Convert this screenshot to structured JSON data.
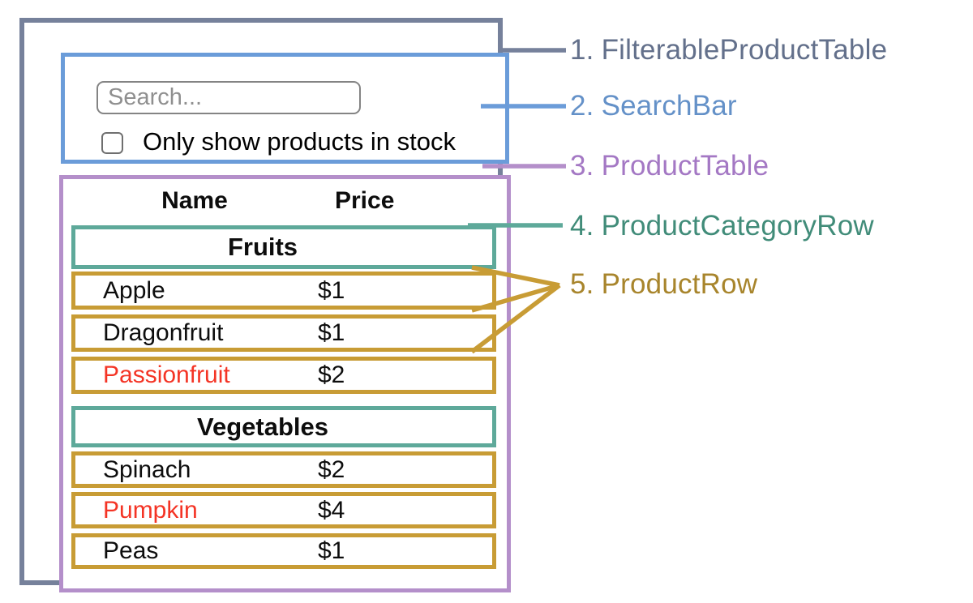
{
  "diagram": {
    "search_bar": {
      "search_placeholder": "Search...",
      "checkbox_label": "Only show products in stock",
      "checkbox_checked": false
    },
    "product_table": {
      "header": {
        "name": "Name",
        "price": "Price"
      },
      "sections": [
        {
          "category": "Fruits",
          "rows": [
            {
              "name": "Apple",
              "price": "$1",
              "out_of_stock": false
            },
            {
              "name": "Dragonfruit",
              "price": "$1",
              "out_of_stock": false
            },
            {
              "name": "Passionfruit",
              "price": "$2",
              "out_of_stock": true
            }
          ]
        },
        {
          "category": "Vegetables",
          "rows": [
            {
              "name": "Spinach",
              "price": "$2",
              "out_of_stock": false
            },
            {
              "name": "Pumpkin",
              "price": "$4",
              "out_of_stock": true
            },
            {
              "name": "Peas",
              "price": "$1",
              "out_of_stock": false
            }
          ]
        }
      ]
    },
    "legend": [
      {
        "number": "1.",
        "label": "FilterableProductTable",
        "color": "#63708b"
      },
      {
        "number": "2.",
        "label": "SearchBar",
        "color": "#6491c8"
      },
      {
        "number": "3.",
        "label": "ProductTable",
        "color": "#a478c4"
      },
      {
        "number": "4.",
        "label": "ProductCategoryRow",
        "color": "#418c79"
      },
      {
        "number": "5.",
        "label": "ProductRow",
        "color": "#a8852c"
      }
    ],
    "colors": {
      "outer_border": "#76819b",
      "search_bar_border": "#6b9cd9",
      "product_table_border": "#b48fca",
      "category_border": "#5ea99a",
      "row_border": "#c89c35",
      "out_of_stock_text": "#f43425"
    }
  }
}
